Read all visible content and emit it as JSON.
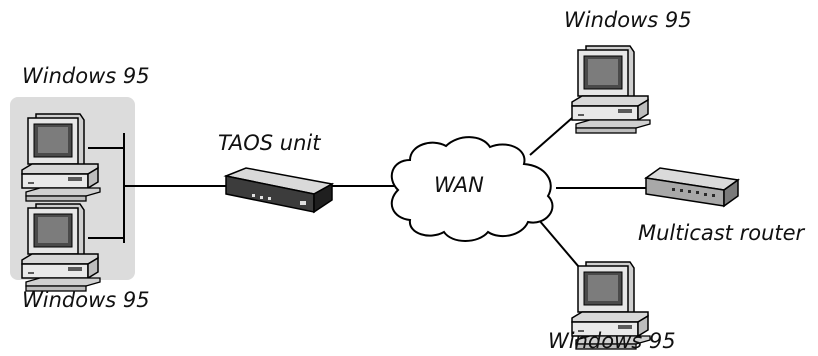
{
  "labels": {
    "lan_top_pc": "Windows 95",
    "lan_bottom_pc": "Windows 95",
    "taos_unit": "TAOS unit",
    "wan": "WAN",
    "remote_top_pc": "Windows 95",
    "multicast_router": "Multicast router",
    "remote_bottom_pc": "Windows 95"
  },
  "icons": {
    "workstation": "desktop-computer-icon",
    "taos_unit": "network-access-unit-icon",
    "router": "router-icon",
    "wan": "cloud-icon"
  },
  "colors": {
    "lan_panel": "#dcdcdc",
    "line": "#000000",
    "device_light": "#e6e6e6",
    "device_mid": "#bdbdbd",
    "device_dark": "#5a5a5a"
  }
}
